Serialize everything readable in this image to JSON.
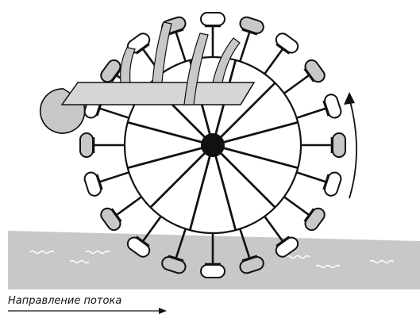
{
  "flow_direction_label": "Направление потока",
  "wheel": {
    "spokes": 12,
    "buckets": 20
  },
  "colors": {
    "water": "#c8c8c8",
    "bucket_fill": "#c8c8c8",
    "trough": "#d6d6d6",
    "line": "#111111"
  }
}
